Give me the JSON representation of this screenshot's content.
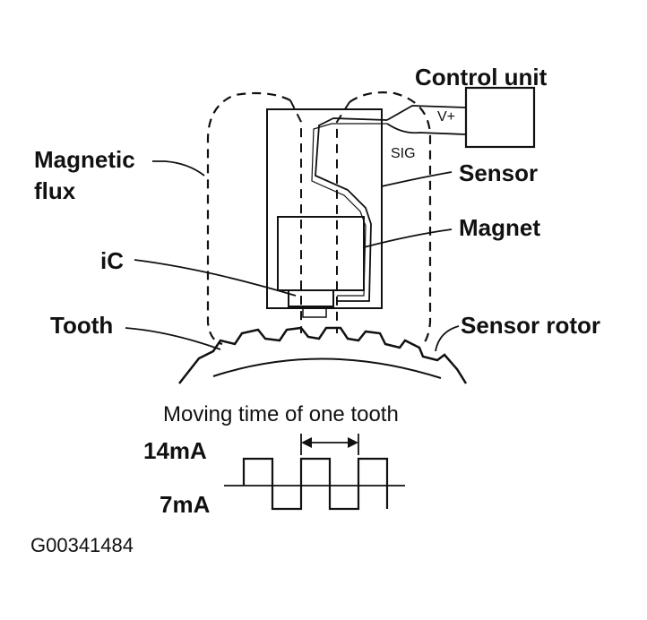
{
  "labels": {
    "control_unit": "Control unit",
    "v_plus": "V+",
    "sig": "SIG",
    "magnetic": "Magnetic",
    "flux": "flux",
    "sensor": "Sensor",
    "magnet": "Magnet",
    "ic": "iC",
    "tooth": "Tooth",
    "sensor_rotor": "Sensor rotor",
    "moving_time": "Moving time of one tooth",
    "current_high": "14mA",
    "current_low": "7mA",
    "figure_id": "G00341484"
  },
  "colors": {
    "ink": "#111111",
    "background": "#ffffff"
  }
}
